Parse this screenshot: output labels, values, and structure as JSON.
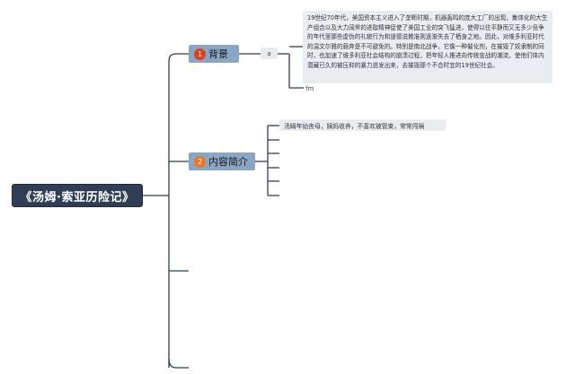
{
  "root": {
    "label": "《汤姆·索亚历险记》"
  },
  "branches": [
    {
      "label": "背景",
      "badge": "1"
    },
    {
      "label": "内容简介",
      "badge": "2"
    }
  ],
  "background": {
    "leaf_a": "a",
    "paragraph": "19世纪70年代，美国资本主义进入了垄断时期，机器轰鸣的庞大工厂的出现，集体化的大生产组合以及大力阔斧的进取精神促使了美国工业的突飞猛进，使得以往平静而又无多少竞争的年代里那些虚伪的礼貌行为和道德说教准则逐渐失去了栖身之地。因此，对维多利亚时代的温文尔雅的藐弃是不可避免的。特别是南北战争，它像一种催化剂，在摧毁了奴隶制的同时，也加速了维多利亚社会结构的崩溃过程，把年轻人推进向传统宣战的潮流，使他们体内潜藏已久的被压抑的暴力迸发出来，去摧毁那个不合时宜的19世纪社会。",
    "fm": "fm"
  },
  "summary": {
    "items": [
      "汤姆年幼丧母，姨妈收养，不喜欢被管束，常常闯祸"
    ]
  },
  "colors": {
    "root_bg": "#2f3e54",
    "branch_bg": "#8aa6c3",
    "leaf_bg": "#e9edf2",
    "line": "#2f3e54"
  }
}
